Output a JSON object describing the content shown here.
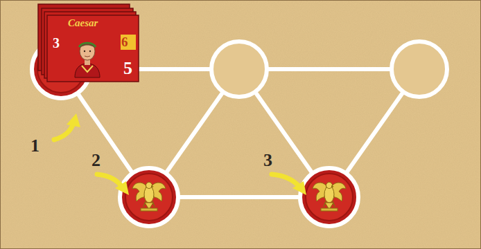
{
  "diagram": {
    "nodes": [
      {
        "text": [
          "Caesar",
          "3",
          "6",
          "5"
        ]
      }
    ],
    "labels": [
      "1",
      "2",
      "3"
    ]
  }
}
